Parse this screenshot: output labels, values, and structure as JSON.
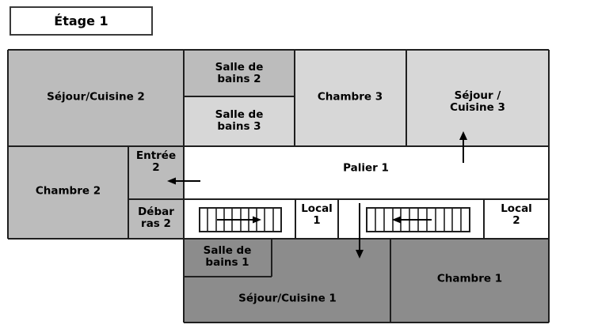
{
  "title_box": {
    "label": "Étage 1"
  },
  "floor_plan": {
    "rooms": {
      "sejour_cuisine_2": "Séjour/Cuisine 2",
      "salle_de_bains_2": "Salle de\nbains 2",
      "salle_de_bains_3": "Salle de\nbains 3",
      "chambre_3": "Chambre 3",
      "sejour_cuisine_3": "Séjour /\nCuisine 3",
      "chambre_2": "Chambre 2",
      "entree_2": "Entrée\n2",
      "palier_1": "Palier 1",
      "debarras_2": "Débar\nras 2",
      "local_1": "Local\n1",
      "local_2": "Local\n2",
      "salle_de_bains_1": "Salle de\nbains 1",
      "sejour_cuisine_1": "Séjour/Cuisine 1",
      "chambre_1": "Chambre 1"
    }
  },
  "colors": {
    "room_medium": "#bcbcbc",
    "room_light": "#d7d7d7",
    "room_dark": "#8c8c8c",
    "wall": "#1f1f1f",
    "background": "#ffffff",
    "text": "#000000"
  }
}
